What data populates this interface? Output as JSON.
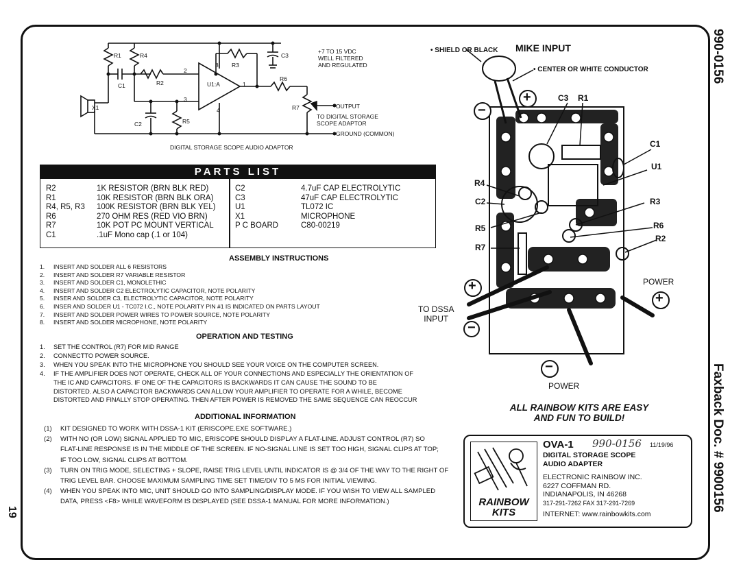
{
  "doc_code_top": "990-0156",
  "faxback": "Faxback Doc. # 9900156",
  "page_number": "19",
  "schematic": {
    "title": "DIGITAL STORAGE SCOPE AUDIO ADAPTOR",
    "supply_note": [
      "+7 TO 15 VDC",
      "WELL FILTERED",
      "AND REGULATED"
    ],
    "output_label": "OUTPUT",
    "output_note": [
      "TO DIGITAL STORAGE",
      "SCOPE ADAPTOR"
    ],
    "ground_label": "GROUND (COMMON)",
    "opamp": "U1:A",
    "labels": {
      "r1": "R1",
      "r4": "R4",
      "r3": "R3",
      "c3": "C3",
      "c1": "C1",
      "r2": "R2",
      "r6": "R6",
      "r7": "R7",
      "r5": "R5",
      "c2": "C2",
      "x1": "X1",
      "pin2": "2",
      "pin3": "3",
      "pin8": "8",
      "pin4": "4",
      "pin1": "1"
    }
  },
  "parts_list": {
    "heading": "PARTS LIST",
    "left": [
      {
        "designator": "R2",
        "description": "1K RESISTOR (BRN BLK RED)"
      },
      {
        "designator": "R1",
        "description": "10K RESISTOR (BRN BLK ORA)"
      },
      {
        "designator": "R4, R5, R3",
        "description": "100K RESISTOR (BRN BLK YEL)"
      },
      {
        "designator": "R6",
        "description": "270 OHM RES (RED VIO BRN)"
      },
      {
        "designator": "R7",
        "description": "10K POT PC MOUNT VERTICAL"
      },
      {
        "designator": "C1",
        "description": ".1uF Mono cap (.1 or 104)"
      }
    ],
    "right": [
      {
        "designator": "C2",
        "description": "4.7uF CAP ELECTROLYTIC"
      },
      {
        "designator": "C3",
        "description": "47uF CAP ELECTROLYTIC"
      },
      {
        "designator": "U1",
        "description": "TL072 IC"
      },
      {
        "designator": "X1",
        "description": "MICROPHONE"
      },
      {
        "designator": "P C BOARD",
        "description": "C80-00219"
      }
    ]
  },
  "assembly": {
    "heading": "ASSEMBLY INSTRUCTIONS",
    "steps": [
      "INSERT AND SOLDER ALL 6 RESISTORS",
      "INSERT AND SOLDER R7 VARIABLE RESISTOR",
      "INSERT AND SOLDER C1, MONOLETHIC",
      "INSERT AND SOLDER C2 ELECTROLYTIC CAPACITOR, NOTE POLARITY",
      "INSER AND SOLDER C3, ELECTROLYTIC CAPACITOR, NOTE POLARITY",
      "INSER AND SOLDER U1 - TC072 I.C., NOTE POLARITY PIN #1 IS INDICATED ON PARTS LAYOUT",
      "INSERT AND SOLDER POWER WIRES TO POWER SOURCE, NOTE POLARITY",
      "INSERT AND SOLDER MICROPHONE, NOTE POLARITY"
    ]
  },
  "operation": {
    "heading": "OPERATION AND TESTING",
    "steps": [
      "SET THE CONTROL (R7) FOR MID RANGE",
      "CONNECTTO POWER SOURCE.",
      "WHEN YOU SPEAK INTO THE MICROPHONE YOU SHOULD SEE YOUR VOICE ON THE COMPUTER SCREEN.",
      "IF THE AMPLIFIER DOES NOT OPERATE, CHECK ALL OF YOUR CONNECTIONS AND ESPECIALLY THE ORIENTATION OF"
    ],
    "continuation": [
      "THE IC AND CAPACITORS.  IF ONE OF THE CAPACITORS IS BACKWARDS IT CAN CAUSE THE SOUND TO BE",
      "DISTORTED.  ALSO A CAPACITOR BACKWARDS CAN ALLOW YOUR AMPLIFIER TO OPERATE FOR A WHILE, BECOME",
      "DISTORTED AND FINALLY STOP OPERATING.  THEN AFTER POWER IS REMOVED THE SAME SEQUENCE CAN REOCCUR"
    ]
  },
  "additional": {
    "heading": "ADDITIONAL INFORMATION",
    "items": [
      {
        "n": "(1)",
        "text": "KIT DESIGNED TO WORK WITH DSSA-1 KIT (ERISCOPE.EXE SOFTWARE.)"
      },
      {
        "n": "(2)",
        "text": "WITH NO (OR LOW) SIGNAL APPLIED TO MIC, ERISCOPE SHOULD DISPLAY A FLAT-LINE. ADJUST CONTROL (R7) SO"
      },
      {
        "n": "",
        "text": "FLAT-LINE RESPONSE IS IN THE MIDDLE OF THE SCREEN.  IF NO-SIGNAL LINE IS SET TOO HIGH, SIGNAL CLIPS AT TOP;"
      },
      {
        "n": "",
        "text": "IF TOO  LOW, SIGNAL CLIPS AT BOTTOM."
      },
      {
        "n": "(3)",
        "text": "TURN ON TRIG MODE, SELECTING + SLOPE, RAISE TRIG LEVEL UNTIL INDICATOR IS @ 3/4 OF THE WAY TO THE RIGHT OF"
      },
      {
        "n": "",
        "text": "TRIG LEVEL BAR. CHOOSE MAXIMUM SAMPLING TIME  SET TIME/DIV TO 5 MS FOR INITIAL VIEWING."
      },
      {
        "n": "(4)",
        "text": "WHEN YOU SPEAK INTO MIC, UNIT SHOULD GO INTO SAMPLING/DISPLAY MODE.  IF YOU WISH TO VIEW ALL SAMPLED"
      },
      {
        "n": "",
        "text": "DATA, PRESS <F8> WHILE WAVEFORM IS DISPLAYED  (SEE DSSA-1 MANUAL FOR MORE INFORMATION.)"
      }
    ]
  },
  "layout_diagram": {
    "mike_input": "MIKE INPUT",
    "shield_note": "• SHIELD OR BLACK",
    "center_note": "• CENTER OR WHITE CONDUCTOR",
    "to_dssa": [
      "TO DSSA",
      "INPUT"
    ],
    "power_right": "POWER",
    "power_bottom": "POWER",
    "plus": "+",
    "minus": "−",
    "labels": {
      "c3": "C3",
      "r1": "R1",
      "c1": "C1",
      "u1": "U1",
      "r4": "R4",
      "c2": "C2",
      "r3": "R3",
      "r5": "R5",
      "r6": "R6",
      "r2": "R2",
      "r7": "R7"
    }
  },
  "tagline": [
    "ALL RAINBOW KITS ARE EASY",
    "AND FUN  TO BUILD!"
  ],
  "title_block": {
    "model": "OVA-1",
    "handwritten": "990-0156",
    "date": "11/19/96",
    "product": [
      "DIGITAL STORAGE SCOPE",
      "AUDIO ADAPTER"
    ],
    "company": [
      "ELECTRONIC RAINBOW INC.",
      "6227 COFFMAN RD.",
      "INDIANAPOLIS, IN 46268",
      "317-291-7262   FAX 317-291-7269"
    ],
    "internet": "INTERNET: www.rainbowkits.com",
    "logo_text": [
      "RAINBOW",
      "KITS"
    ]
  }
}
